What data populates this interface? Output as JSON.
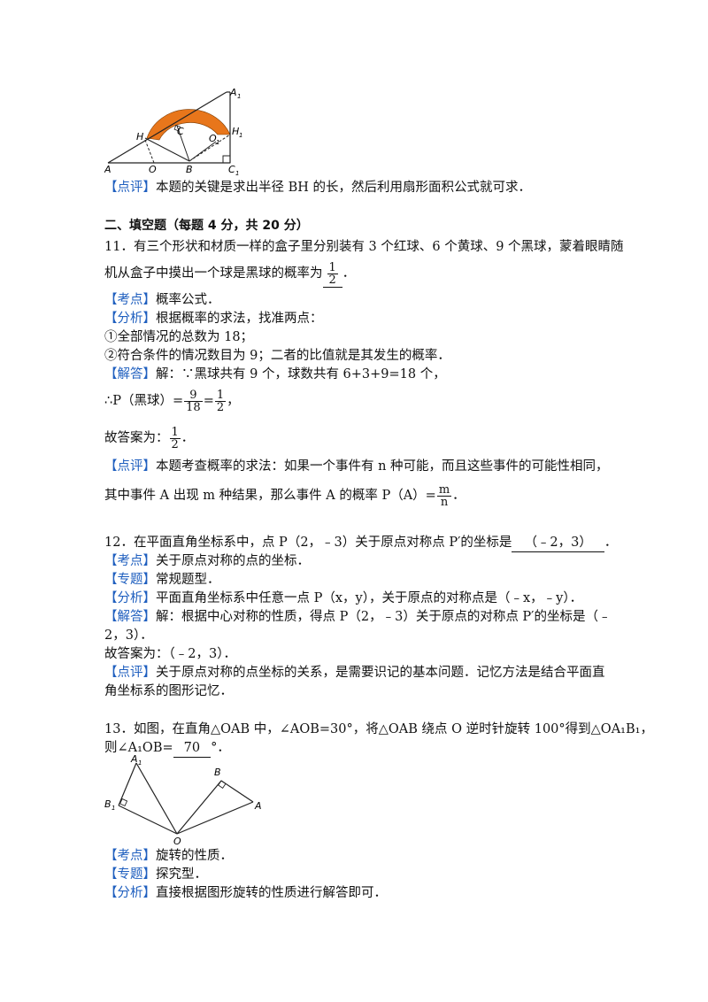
{
  "figure1": {
    "labels": {
      "A1": "A",
      "A1sub": "1",
      "H": "H",
      "C": "C",
      "O1": "O",
      "O1sub": "1",
      "H1": "H",
      "H1sub": "1",
      "A": "A",
      "O": "O",
      "B": "B",
      "C1": "C",
      "C1sub": "1"
    },
    "colors": {
      "ring": "#e8761b",
      "line": "#222222"
    }
  },
  "p10": {
    "comment_tag": "【点评】",
    "comment": "本题的关键是求出半径 BH 的长，然后利用扇形面积公式就可求．"
  },
  "section2": {
    "heading": "二、填空题（每题 4 分，共 20 分）"
  },
  "q11": {
    "stem1": "11．有三个形状和材质一样的盒子里分别装有 3 个红球、6 个黄球、9 个黑球，蒙着眼睛随",
    "stem2": "机从盒子中摸出一个球是黑球的概率为",
    "ans_num": "1",
    "ans_den": "2",
    "end": "．",
    "kd_tag": "【考点】",
    "kd": "概率公式．",
    "fx_tag": "【分析】",
    "fx": "根据概率的求法，找准两点：",
    "fx1": "①全部情况的总数为 18；",
    "fx2": "②符合条件的情况数目为 9；二者的比值就是其发生的概率．",
    "jd_tag": "【解答】",
    "jd": "解：∵黑球共有 9 个，球数共有 6+3+9=18 个，",
    "calc_pre": "∴P（黑球）=",
    "calc_n1": "9",
    "calc_d1": "18",
    "calc_eq": "=",
    "calc_n2": "1",
    "calc_d2": "2",
    "calc_end": "，",
    "ans_pre": "故答案为：",
    "ans2_num": "1",
    "ans2_den": "2",
    "ans_end": "．",
    "dp_tag": "【点评】",
    "dp1": "本题考查概率的求法：如果一个事件有 n 种可能，而且这些事件的可能性相同，",
    "dp2": "其中事件 A 出现 m 种结果，那么事件 A 的概率 P（A）=",
    "dp2_num": "m",
    "dp2_den": "n",
    "dp2_end": "．"
  },
  "q12": {
    "stem": "12．在平面直角坐标系中，点 P（2，﹣3）关于原点对称点 P′的坐标是",
    "blank": "（﹣2，3）",
    "end": "．",
    "kd_tag": "【考点】",
    "kd": "关于原点对称的点的坐标．",
    "zt_tag": "【专题】",
    "zt": "常规题型．",
    "fx_tag": "【分析】",
    "fx": "平面直角坐标系中任意一点 P（x，y），关于原点的对称点是（﹣x，﹣y）．",
    "jd_tag": "【解答】",
    "jd1": "解：根据中心对称的性质，得点 P（2，﹣3）关于原点的对称点 P′的坐标是（﹣",
    "jd2": "2，3）．",
    "ans": "故答案为：（﹣2，3）．",
    "dp_tag": "【点评】",
    "dp1": "关于原点对称的点坐标的关系，是需要识记的基本问题．记忆方法是结合平面直",
    "dp2": "角坐标系的图形记忆．"
  },
  "q13": {
    "stem1": "13．如图，在直角△OAB 中，∠AOB=30°，将△OAB 绕点 O 逆时针旋转 100°得到△OA₁B₁，",
    "stem2_pre": "则∠A₁OB=",
    "blank": "70",
    "stem2_end": "°．",
    "fig_labels": {
      "A1": "A",
      "A1sub": "1",
      "B1": "B",
      "B1sub": "1",
      "O": "O",
      "B": "B",
      "A": "A"
    },
    "kd_tag": "【考点】",
    "kd": "旋转的性质．",
    "zt_tag": "【专题】",
    "zt": "探究型．",
    "fx_tag": "【分析】",
    "fx": "直接根据图形旋转的性质进行解答即可．"
  }
}
